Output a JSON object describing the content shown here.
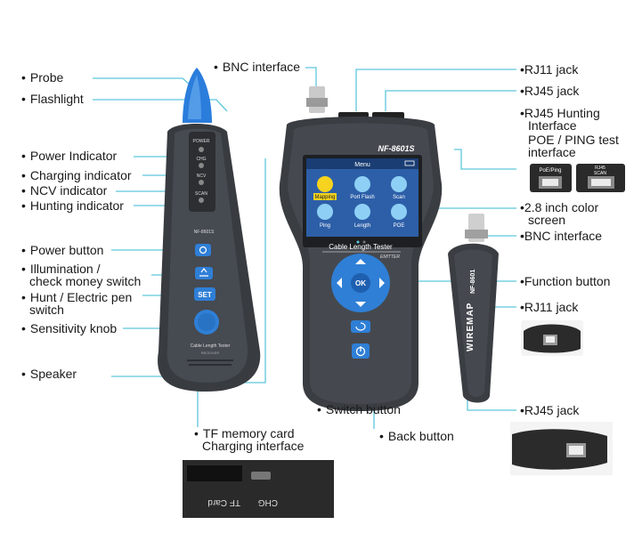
{
  "labels_left": {
    "probe": "Probe",
    "flashlight": "Flashlight",
    "power_indicator": "Power Indicator",
    "charging_indicator": "Charging indicator",
    "ncv_indicator": "NCV indicator",
    "hunting_indicator": "Hunting indicator",
    "power_button": "Power button",
    "illumination_line1": "Illumination /",
    "illumination_line2": "check money switch",
    "hunt_line1": "Hunt / Electric pen",
    "hunt_line2": "switch",
    "sensitivity_knob": "Sensitivity knob",
    "speaker": "Speaker"
  },
  "labels_right": {
    "rj11_jack_top": "RJ11 jack",
    "rj45_jack_top": "RJ45 jack",
    "rj45_hunting_line1": "RJ45 Hunting",
    "rj45_hunting_line2": "Interface",
    "poe_ping_line1": "POE / PING test",
    "poe_ping_line2": "interface",
    "screen_line1": "2.8 inch color",
    "screen_line2": "screen",
    "bnc_interface_right": "BNC interface",
    "function_button": "Function button",
    "rj11_jack_mid": "RJ11 jack",
    "rj45_jack_bottom": "RJ45 jack"
  },
  "labels_center": {
    "bnc_interface_top": "BNC interface",
    "switch_button": "Switch button",
    "back_button": "Back button",
    "tf_line1": "TF memory card",
    "tf_line2": "Charging interface"
  },
  "device_text": {
    "model": "NF-8601S",
    "menu_title": "Menu",
    "menu_items": [
      "Mapping",
      "Port Flash",
      "Scan",
      "Ping",
      "Length",
      "POE"
    ],
    "tester_title": "Cable Length Tester",
    "emitter": "EMITTER",
    "ok": "OK",
    "probe_power": "POWER",
    "probe_chg": "CHG",
    "probe_ncv": "NCV",
    "probe_scan": "SCAN",
    "probe_model": "NF-8601S",
    "probe_set": "SET",
    "probe_footer": "Cable Length Tester",
    "probe_receiver": "RECEIVER",
    "remote_model": "NF-8601",
    "remote_wiremap": "WIREMAP",
    "poe_port_label": "PoE/Ping",
    "scan_port_label1": "RJ45",
    "scan_port_label2": "SCAN",
    "tf_card": "TF Card",
    "chg": "CHG"
  },
  "colors": {
    "device_body": "#3a3d42",
    "accent_blue": "#2f7fd6",
    "leader_line": "#5ec6dc"
  }
}
